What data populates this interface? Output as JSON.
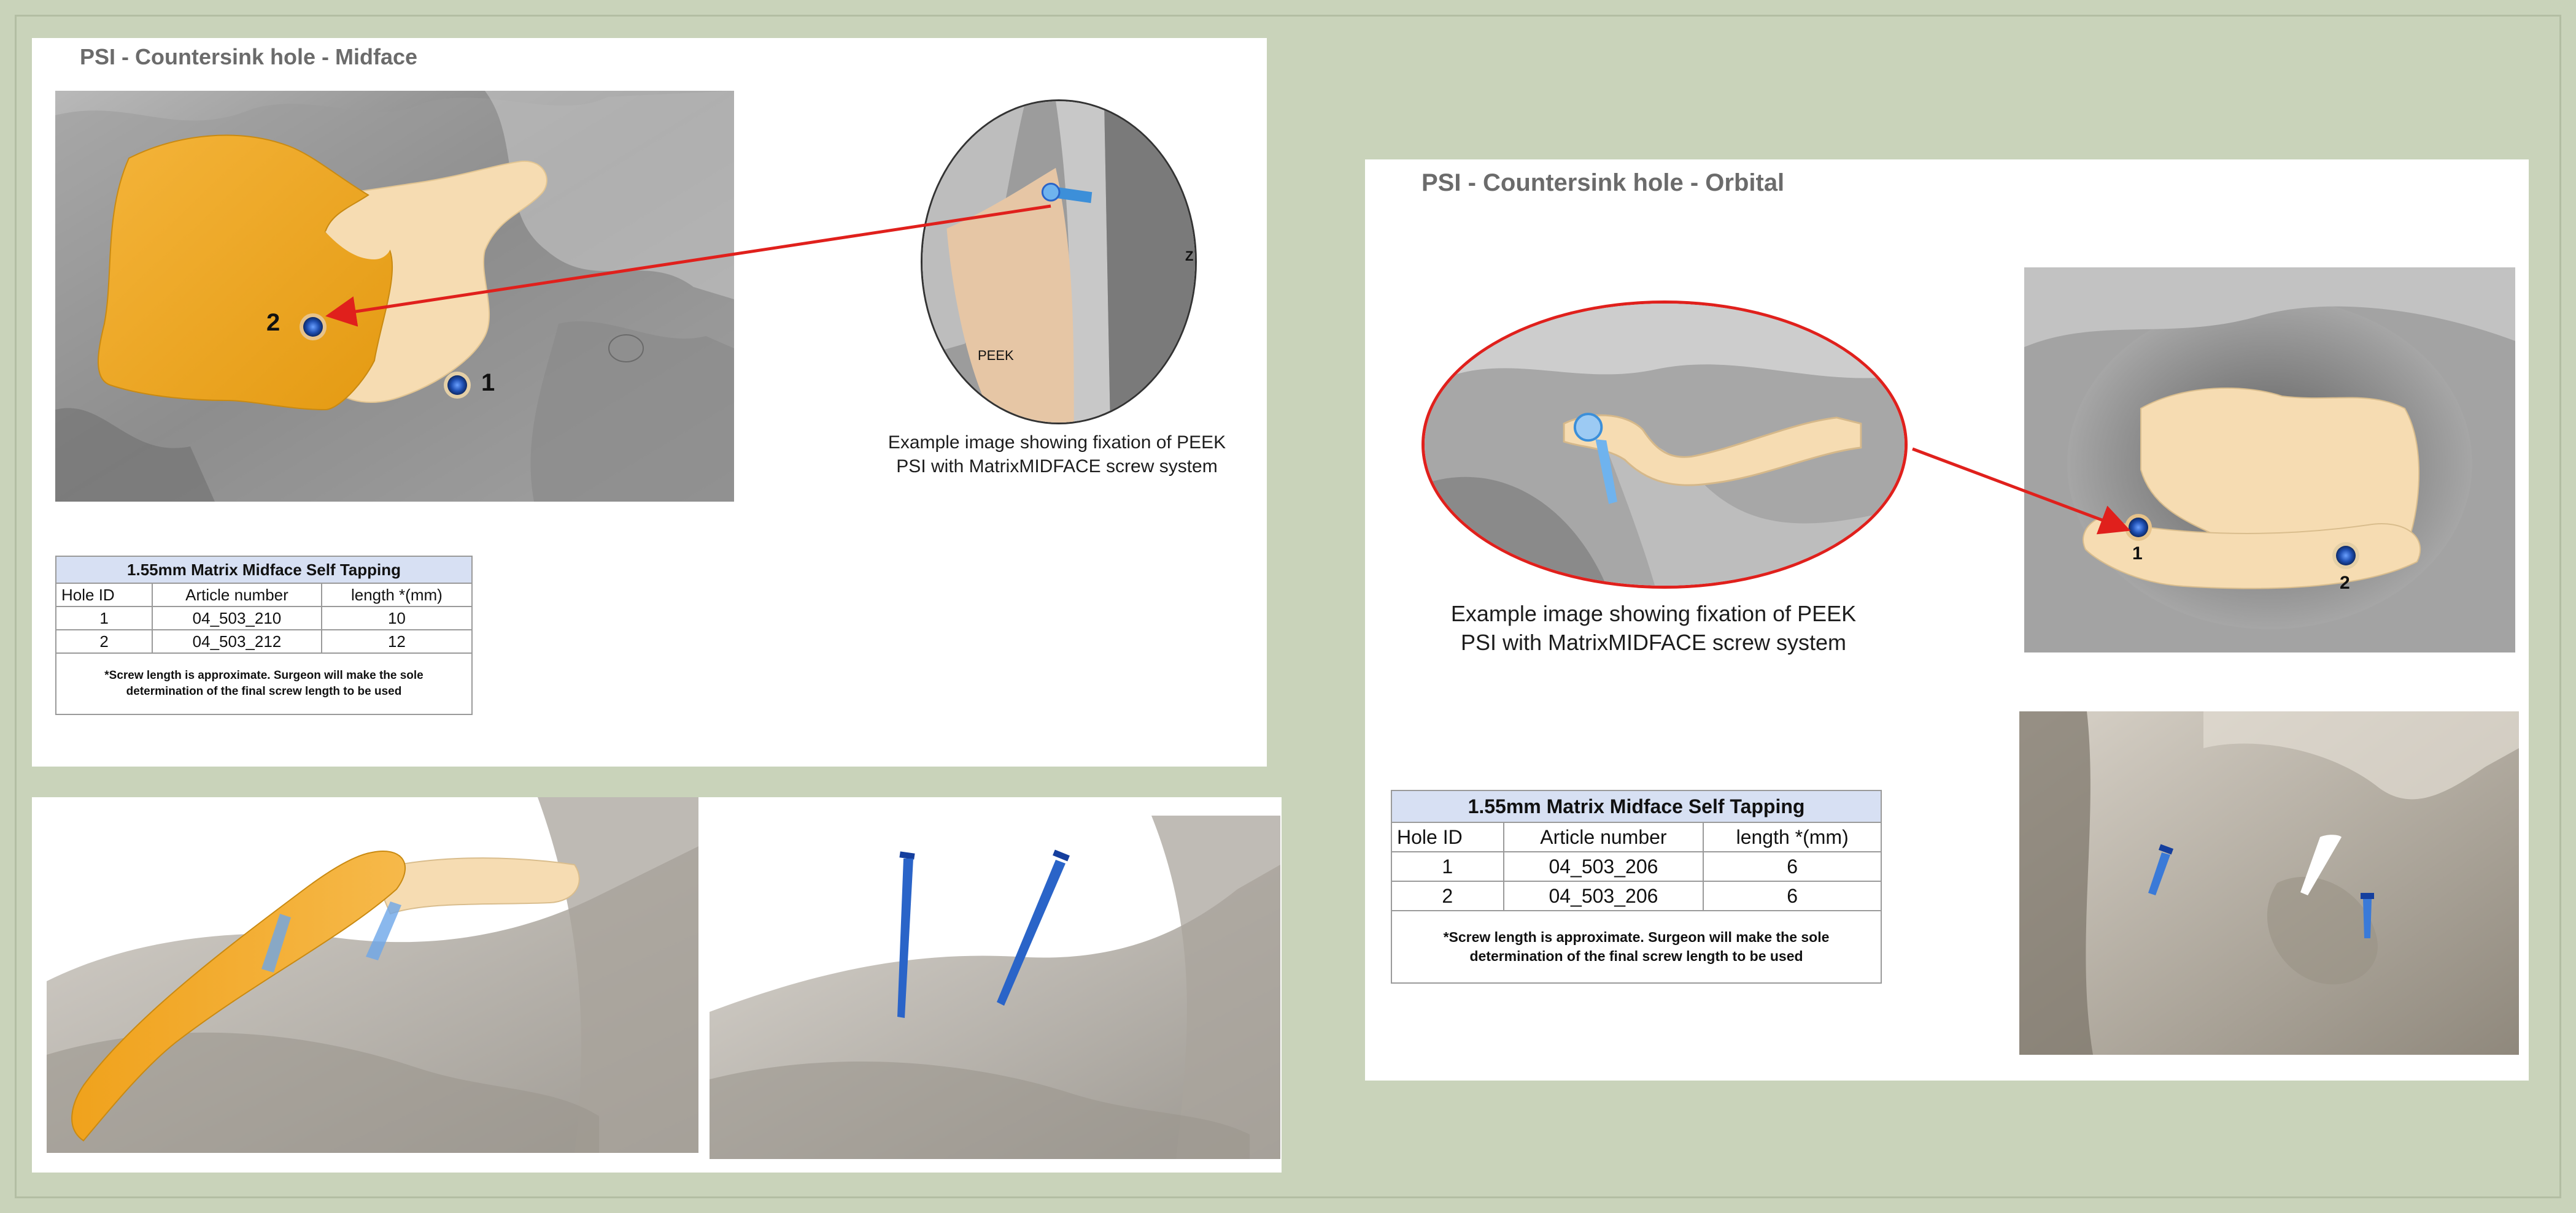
{
  "midface": {
    "title": "PSI - Countersink hole - Midface",
    "markers": [
      "1",
      "2"
    ],
    "inset_label": "PEEK",
    "inset_corner_label": "Z",
    "caption_line1": "Example image showing fixation of PEEK",
    "caption_line2": "PSI with MatrixMIDFACE screw system",
    "table": {
      "title": "1.55mm Matrix Midface Self Tapping",
      "headers": [
        "Hole ID",
        "Article number",
        "length *(mm)"
      ],
      "rows": [
        {
          "hole": "1",
          "article": "04_503_210",
          "length": "10"
        },
        {
          "hole": "2",
          "article": "04_503_212",
          "length": "12"
        }
      ],
      "note_line1": "*Screw length is approximate. Surgeon will make the sole",
      "note_line2": "determination of the final screw length to be used"
    }
  },
  "orbital": {
    "title": "PSI - Countersink hole - Orbital",
    "markers": [
      "1",
      "2"
    ],
    "caption_line1": "Example image showing fixation of PEEK",
    "caption_line2": "PSI with MatrixMIDFACE screw system",
    "table": {
      "title": "1.55mm Matrix Midface Self Tapping",
      "headers": [
        "Hole ID",
        "Article number",
        "length *(mm)"
      ],
      "rows": [
        {
          "hole": "1",
          "article": "04_503_206",
          "length": "6"
        },
        {
          "hole": "2",
          "article": "04_503_206",
          "length": "6"
        }
      ],
      "note_line1": "*Screw length is approximate. Surgeon will make the sole",
      "note_line2": "determination of the final screw length to be used"
    }
  },
  "colors": {
    "background": "#c9d3ba",
    "implant_orange": "#f0a21c",
    "implant_beige": "#f6dcb2",
    "bone_gray": "#8f8f8f",
    "screw_blue": "#2a64c8",
    "arrow_red": "#e0201c",
    "table_header": "#d7e0f3"
  }
}
